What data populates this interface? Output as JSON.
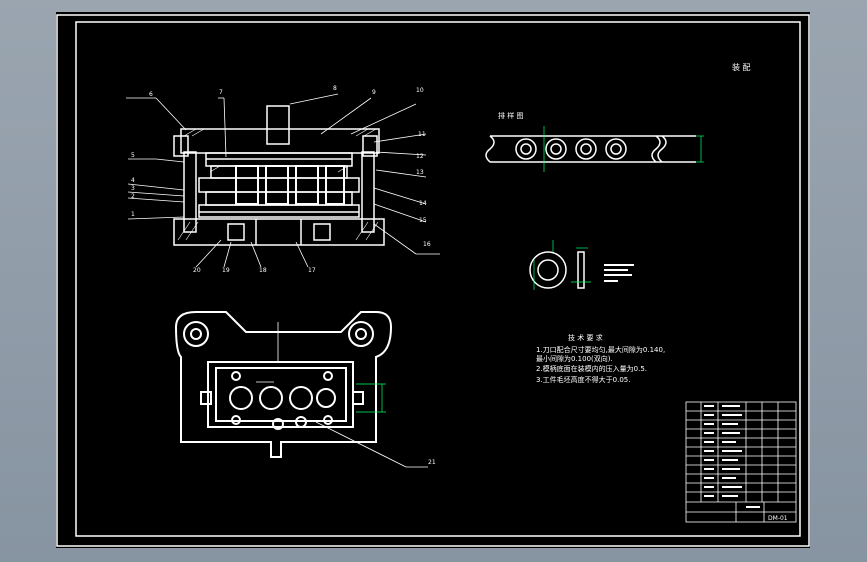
{
  "drawing": {
    "title_mark": "装 配",
    "strip_label": "排 样 图",
    "tech_requirements": {
      "heading": "技 术 要 求",
      "lines": [
        "1.刀口配合尺寸要均匀,最大间隙为0.140,",
        "最小间隙为0.100(双向).",
        "2.模柄底面在装模内的压入量为0.5.",
        "3.工件毛坯高度不得大于0.05."
      ]
    },
    "part_numbers": [
      "1",
      "2",
      "3",
      "4",
      "5",
      "6",
      "7",
      "8",
      "9",
      "10",
      "11",
      "12",
      "13",
      "14",
      "15",
      "16",
      "17",
      "18",
      "19",
      "20",
      "21"
    ],
    "drawing_no": "DM-01",
    "colors": {
      "background": "#000000",
      "lines": "#ffffff",
      "dimension": "#00ff66",
      "viewport_frame": "#c0c0c0"
    }
  }
}
